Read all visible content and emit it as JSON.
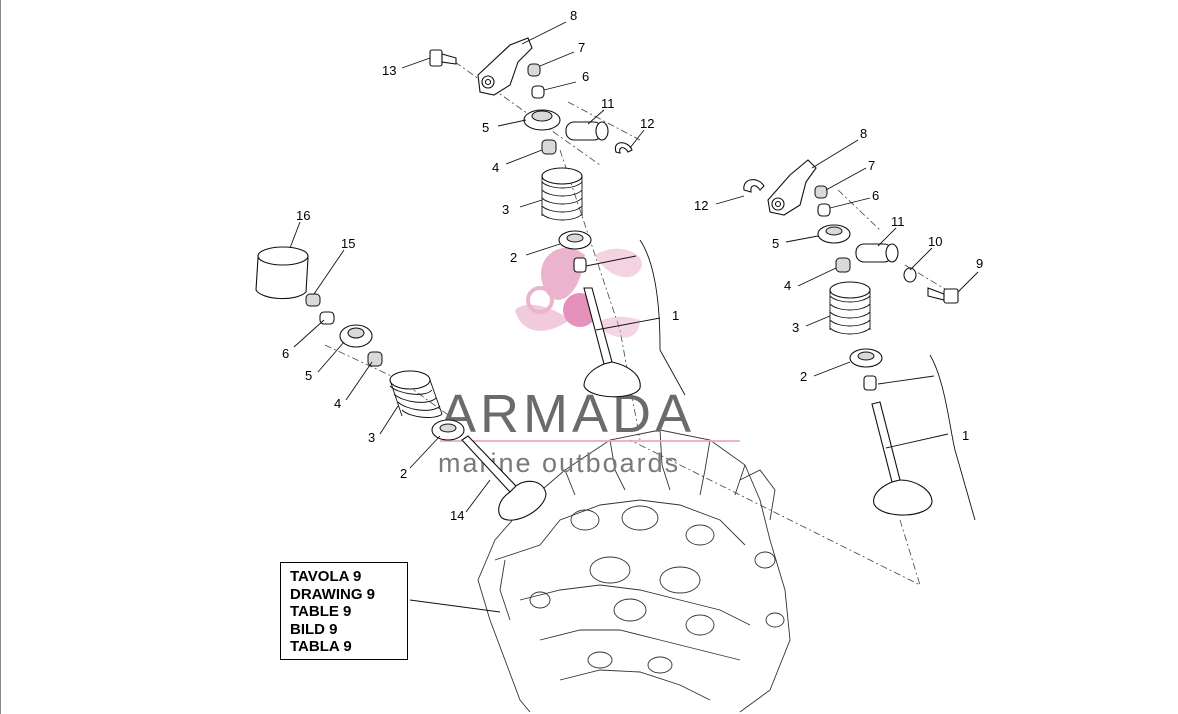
{
  "callouts": [
    {
      "id": "c-8a",
      "text": "8"
    },
    {
      "id": "c-7a",
      "text": "7"
    },
    {
      "id": "c-13",
      "text": "13"
    },
    {
      "id": "c-6a",
      "text": "6"
    },
    {
      "id": "c-11a",
      "text": "11"
    },
    {
      "id": "c-5a",
      "text": "5"
    },
    {
      "id": "c-12a",
      "text": "12"
    },
    {
      "id": "c-4a",
      "text": "4"
    },
    {
      "id": "c-3a",
      "text": "3"
    },
    {
      "id": "c-2a",
      "text": "2"
    },
    {
      "id": "c-1a",
      "text": "1"
    },
    {
      "id": "c-16",
      "text": "16"
    },
    {
      "id": "c-15",
      "text": "15"
    },
    {
      "id": "c-6b",
      "text": "6"
    },
    {
      "id": "c-5b",
      "text": "5"
    },
    {
      "id": "c-4b",
      "text": "4"
    },
    {
      "id": "c-3b",
      "text": "3"
    },
    {
      "id": "c-2b",
      "text": "2"
    },
    {
      "id": "c-14",
      "text": "14"
    },
    {
      "id": "c-8c",
      "text": "8"
    },
    {
      "id": "c-7c",
      "text": "7"
    },
    {
      "id": "c-12c",
      "text": "12"
    },
    {
      "id": "c-6c",
      "text": "6"
    },
    {
      "id": "c-11c",
      "text": "11"
    },
    {
      "id": "c-5c",
      "text": "5"
    },
    {
      "id": "c-10",
      "text": "10"
    },
    {
      "id": "c-9",
      "text": "9"
    },
    {
      "id": "c-4c",
      "text": "4"
    },
    {
      "id": "c-3c",
      "text": "3"
    },
    {
      "id": "c-2c",
      "text": "2"
    },
    {
      "id": "c-1c",
      "text": "1"
    }
  ],
  "watermark": {
    "brand": "ARMADA",
    "tagline": "marine outboards",
    "colors": {
      "logo": "#e8a6c6",
      "text": "#6b6b6b",
      "rule": "#e8a6c6"
    }
  },
  "drawing_box": {
    "lines": [
      "TAVOLA 9",
      "DRAWING 9",
      "TABLE 9",
      "BILD 9",
      "TABLA 9"
    ]
  }
}
